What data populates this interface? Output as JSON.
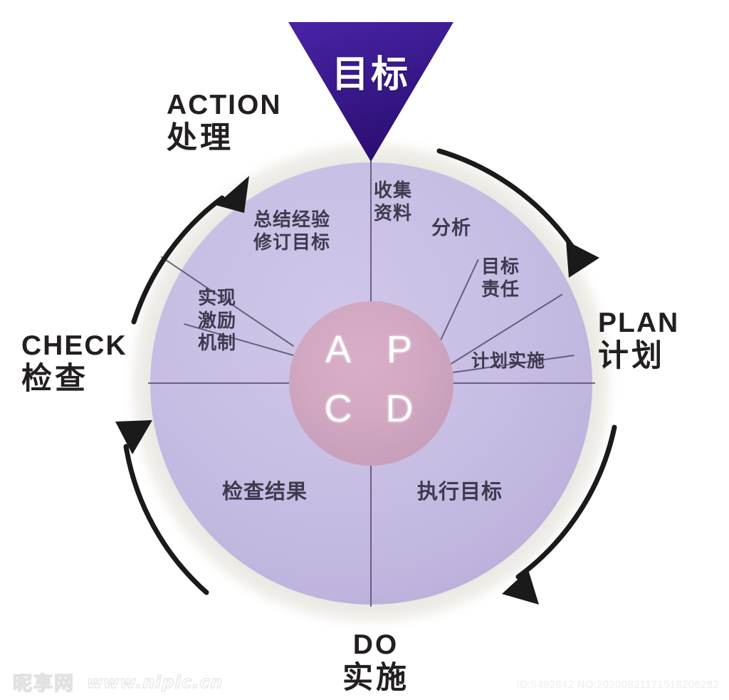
{
  "diagram": {
    "title_badge": {
      "label": "目标",
      "color": "#3b1b8f"
    },
    "center": {
      "letters": [
        {
          "key": "A",
          "label": "A"
        },
        {
          "key": "P",
          "label": "P"
        },
        {
          "key": "C",
          "label": "C"
        },
        {
          "key": "D",
          "label": "D"
        }
      ],
      "fill_color": "#cfa2bd",
      "text_color": "#ffffff"
    },
    "disc": {
      "fill_color": "#c6bce3",
      "divider_color": "#5b4f72"
    },
    "stages": [
      {
        "key": "action",
        "english": "ACTION",
        "chinese": "处理"
      },
      {
        "key": "plan",
        "english": "PLAN",
        "chinese": "计划"
      },
      {
        "key": "check",
        "english": "CHECK",
        "chinese": "检查"
      },
      {
        "key": "do",
        "english": "DO",
        "chinese": "实施"
      }
    ],
    "sector_labels": {
      "collect": "收集\n资料",
      "analyze": "分析",
      "duty": "目标\n责任",
      "plan_impl": "计划实施",
      "summary": "总结经验\n修订目标",
      "incentive": "实现\n激励\n机制",
      "check_result": "检查结果",
      "execute_goal": "执行目标"
    },
    "arrow_color": "#1a1a1a"
  },
  "watermark": {
    "logo": "昵享网",
    "url": "www.nipic.cn",
    "id_text": "ID:5492842 NO:20200821171518206282"
  }
}
